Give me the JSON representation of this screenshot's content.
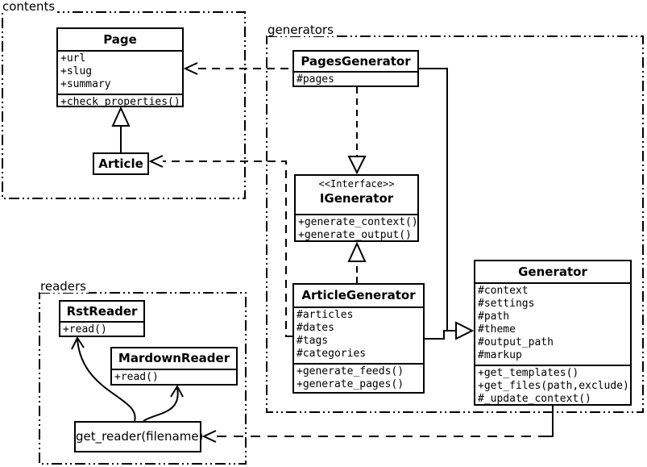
{
  "diagram": {
    "type": "uml-class-diagram",
    "colors": {
      "line": "#000000",
      "background": "#ffffff",
      "box_fill": "#ffffff",
      "text": "#000000"
    },
    "packages": [
      {
        "id": "contents",
        "label": "contents"
      },
      {
        "id": "generators",
        "label": "generators"
      },
      {
        "id": "readers",
        "label": "readers"
      }
    ],
    "classes": {
      "page": {
        "name": "Page",
        "attributes": [
          "+url",
          "+slug",
          "+summary"
        ],
        "methods": [
          "+check_properties()"
        ]
      },
      "article": {
        "name": "Article"
      },
      "pages_generator": {
        "name": "PagesGenerator",
        "attributes": [
          "#pages"
        ]
      },
      "igenerator": {
        "stereotype": "<<Interface>>",
        "name": "IGenerator",
        "methods": [
          "+generate_context()",
          "+generate_output()"
        ]
      },
      "article_generator": {
        "name": "ArticleGenerator",
        "attributes": [
          "#articles",
          "#dates",
          "#tags",
          "#categories"
        ],
        "methods": [
          "+generate_feeds()",
          "+generate_pages()"
        ]
      },
      "generator": {
        "name": "Generator",
        "attributes": [
          "#context",
          "#settings",
          "#path",
          "#theme",
          "#output_path",
          "#markup"
        ],
        "methods": [
          "+get_templates()",
          "+get_files(path,exclude)",
          "#_update_context()"
        ]
      },
      "rst_reader": {
        "name": "RstReader",
        "methods": [
          "+read()"
        ]
      },
      "mardown_reader": {
        "name": "MardownReader",
        "methods": [
          "+read()"
        ]
      },
      "get_reader": {
        "name": "get_reader(filename)"
      }
    },
    "relations": [
      {
        "from": "Article",
        "to": "Page",
        "type": "generalization"
      },
      {
        "from": "PagesGenerator",
        "to": "Page",
        "type": "dependency"
      },
      {
        "from": "ArticleGenerator",
        "to": "Article",
        "type": "dependency"
      },
      {
        "from": "PagesGenerator",
        "to": "IGenerator",
        "type": "realization"
      },
      {
        "from": "ArticleGenerator",
        "to": "IGenerator",
        "type": "realization"
      },
      {
        "from": "PagesGenerator",
        "to": "Generator",
        "type": "generalization"
      },
      {
        "from": "ArticleGenerator",
        "to": "Generator",
        "type": "generalization"
      },
      {
        "from": "Generator",
        "to": "get_reader(filename)",
        "type": "dependency"
      },
      {
        "from": "get_reader(filename)",
        "to": "RstReader",
        "type": "arrow"
      },
      {
        "from": "get_reader(filename)",
        "to": "MardownReader",
        "type": "arrow"
      }
    ]
  }
}
